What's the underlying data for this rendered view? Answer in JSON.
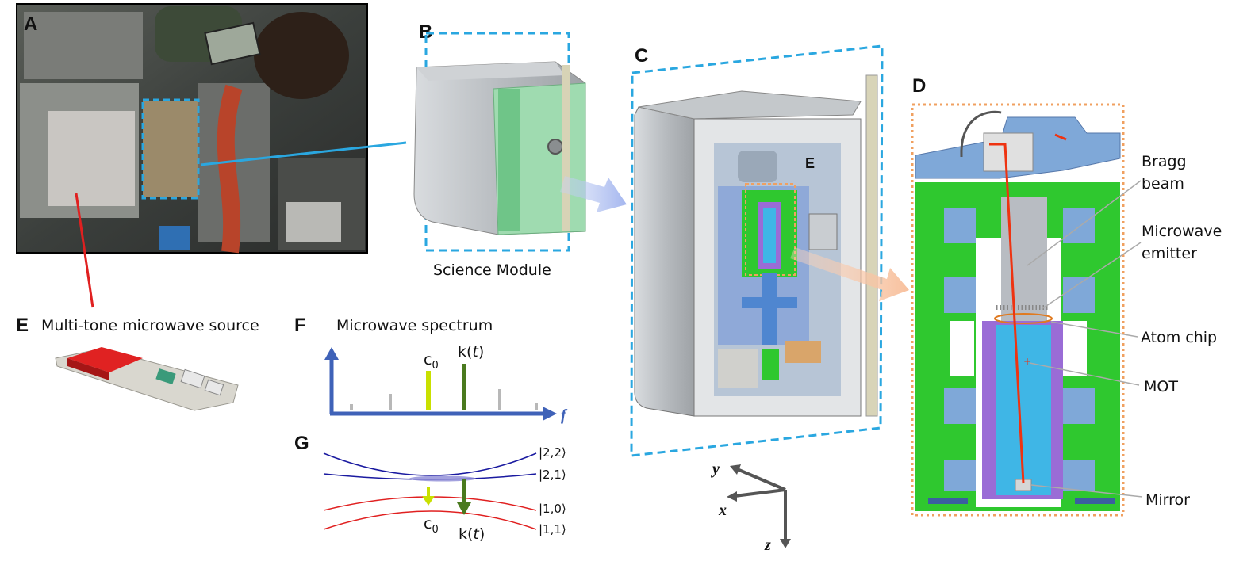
{
  "panels": {
    "A": "A",
    "B": "B",
    "C": "C",
    "D": "D",
    "E": "E",
    "F": "F",
    "G": "G"
  },
  "captions": {
    "science_module": "Science Module",
    "multi_tone": "Multi-tone microwave source",
    "spectrum": "Microwave spectrum"
  },
  "spectrum": {
    "c0_label": "c",
    "c0_sub": "0",
    "k_label_pre": "k(",
    "k_label_var": "t",
    "k_label_post": ")",
    "axis_label": "f",
    "c0_color": "#c9e000",
    "k_color": "#4a7a1e",
    "gray_color": "#b8b8b8",
    "axis_color": "#3f62b8"
  },
  "levels": {
    "k22": "|2,2⟩",
    "k21": "|2,1⟩",
    "k10": "|1,0⟩",
    "k11": "|1,1⟩",
    "c0_label": "c",
    "c0_sub": "0",
    "k_label_pre": "k(",
    "k_label_var": "t",
    "k_label_post": ")",
    "upper_color": "#1a1aa0",
    "lower_color": "#e02020"
  },
  "axes3d": {
    "y": "y",
    "x": "x",
    "z": "z"
  },
  "panel_c_inset": "E",
  "panel_d_labels": {
    "bragg_1": "Bragg",
    "bragg_2": "beam",
    "microwave_1": "Microwave",
    "microwave_2": "emitter",
    "atom_chip": "Atom chip",
    "mot": "MOT",
    "mirror": "Mirror"
  },
  "colors": {
    "blue_dash": "#2aa7e0",
    "orange_dot": "#f0a060",
    "connector_blue": "#2aa7e0",
    "connector_red": "#e02020",
    "green": "#2fc82f",
    "light_blue": "#7fa8d8",
    "purple": "#9a6cd6",
    "cyan": "#3fb6e6",
    "laser": "#ee3311"
  }
}
